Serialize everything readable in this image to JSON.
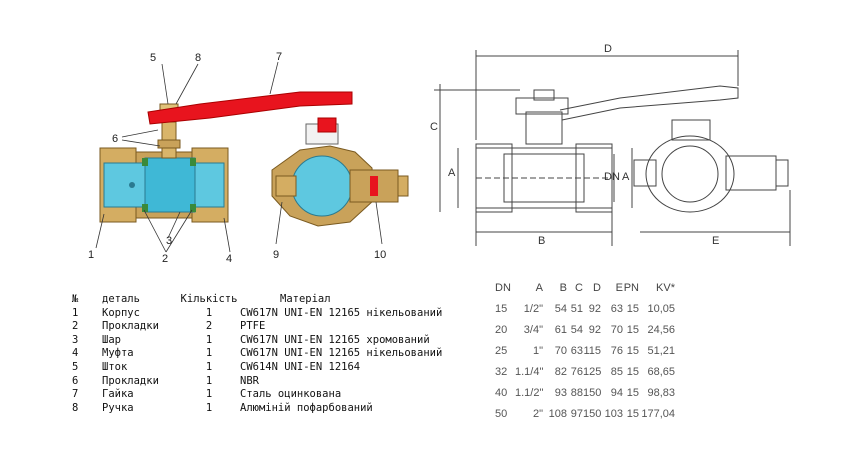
{
  "callouts": {
    "n1": "1",
    "n2": "2",
    "n3": "3",
    "n4": "4",
    "n5": "5",
    "n6": "6",
    "n7": "7",
    "n8": "8",
    "n9": "9",
    "n10": "10"
  },
  "dimension_letters": {
    "A": "A",
    "A2": "A",
    "B": "B",
    "C": "C",
    "D": "D",
    "DN": "DN",
    "E": "E"
  },
  "colors": {
    "body_brass": "#c9a25a",
    "bore_cyan": "#5ec8e0",
    "handle_red": "#e8141e",
    "gasket_green": "#3a8a3a",
    "line_grey": "#444444"
  },
  "parts_table": {
    "headers": [
      "№",
      "деталь",
      "Кількість",
      "Матеріал"
    ],
    "rows": [
      [
        "1",
        "Корпус",
        "1",
        "CW617N UNI-EN 12165 нікельований"
      ],
      [
        "2",
        "Прокладки",
        "2",
        "PTFE"
      ],
      [
        "3",
        "Шар",
        "1",
        "CW617N UNI-EN 12165 хромований"
      ],
      [
        "4",
        "Муфта",
        "1",
        "CW617N UNI-EN 12165 нікельований"
      ],
      [
        "5",
        "Шток",
        "1",
        "CW614N UNI-EN 12164"
      ],
      [
        "6",
        "Прокладки",
        "1",
        "NBR"
      ],
      [
        "7",
        "Гайка",
        "1",
        "Сталь оцинкована"
      ],
      [
        "8",
        "Ручка",
        "1",
        "Алюміній пофарбований"
      ]
    ]
  },
  "dimensions_table": {
    "headers": [
      "DN",
      "A",
      "B",
      "C",
      "D",
      "E",
      "PN",
      "KV*"
    ],
    "rows": [
      [
        "15",
        "1/2\"",
        "54",
        "51",
        "92",
        "63",
        "15",
        "10,05"
      ],
      [
        "20",
        "3/4\"",
        "61",
        "54",
        "92",
        "70",
        "15",
        "24,56"
      ],
      [
        "25",
        "1\"",
        "70",
        "63",
        "115",
        "76",
        "15",
        "51,21"
      ],
      [
        "32",
        "1.1/4\"",
        "82",
        "76",
        "125",
        "85",
        "15",
        "68,65"
      ],
      [
        "40",
        "1.1/2\"",
        "93",
        "88",
        "150",
        "94",
        "15",
        "98,83"
      ],
      [
        "50",
        "2\"",
        "108",
        "97",
        "150",
        "103",
        "15",
        "177,04"
      ]
    ]
  }
}
